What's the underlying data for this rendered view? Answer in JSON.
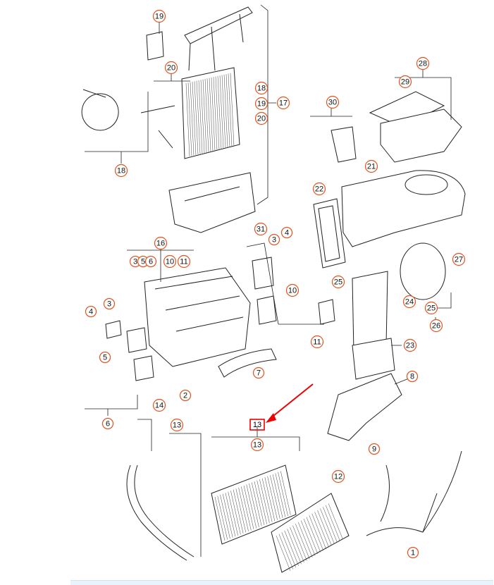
{
  "colors": {
    "callout_stroke": "#e2531d",
    "highlight": "#e00000",
    "arrow": "#e00000",
    "line": "#222222"
  },
  "callouts": [
    {
      "id": "c19a",
      "text": "19"
    },
    {
      "id": "c20a",
      "text": "20"
    },
    {
      "id": "c18a",
      "text": "18"
    },
    {
      "id": "c18b",
      "text": "18"
    },
    {
      "id": "c19b",
      "text": "19"
    },
    {
      "id": "c20b",
      "text": "20"
    },
    {
      "id": "c17",
      "text": "17"
    },
    {
      "id": "c28",
      "text": "28"
    },
    {
      "id": "c29",
      "text": "29"
    },
    {
      "id": "c30",
      "text": "30"
    },
    {
      "id": "c21",
      "text": "21"
    },
    {
      "id": "c22",
      "text": "22"
    },
    {
      "id": "c31",
      "text": "31"
    },
    {
      "id": "c4a",
      "text": "4"
    },
    {
      "id": "c3a",
      "text": "3"
    },
    {
      "id": "c16",
      "text": "16"
    },
    {
      "id": "c3b",
      "text": "3"
    },
    {
      "id": "c5b",
      "text": "5"
    },
    {
      "id": "c6b",
      "text": "6"
    },
    {
      "id": "c10b",
      "text": "10"
    },
    {
      "id": "c11b",
      "text": "11"
    },
    {
      "id": "c27",
      "text": "27"
    },
    {
      "id": "c25a",
      "text": "25"
    },
    {
      "id": "c10",
      "text": "10"
    },
    {
      "id": "c24",
      "text": "24"
    },
    {
      "id": "c25b",
      "text": "25"
    },
    {
      "id": "c26",
      "text": "26"
    },
    {
      "id": "c4b",
      "text": "4"
    },
    {
      "id": "c3c",
      "text": "3"
    },
    {
      "id": "c11",
      "text": "11"
    },
    {
      "id": "c23",
      "text": "23"
    },
    {
      "id": "c5",
      "text": "5"
    },
    {
      "id": "c7",
      "text": "7"
    },
    {
      "id": "c8",
      "text": "8"
    },
    {
      "id": "c2",
      "text": "2"
    },
    {
      "id": "c6",
      "text": "6"
    },
    {
      "id": "c14",
      "text": "14"
    },
    {
      "id": "c13a",
      "text": "13"
    },
    {
      "id": "c13b",
      "text": "13"
    },
    {
      "id": "c9",
      "text": "9"
    },
    {
      "id": "c12",
      "text": "12"
    },
    {
      "id": "c1",
      "text": "1"
    }
  ],
  "highlighted_label": "13"
}
